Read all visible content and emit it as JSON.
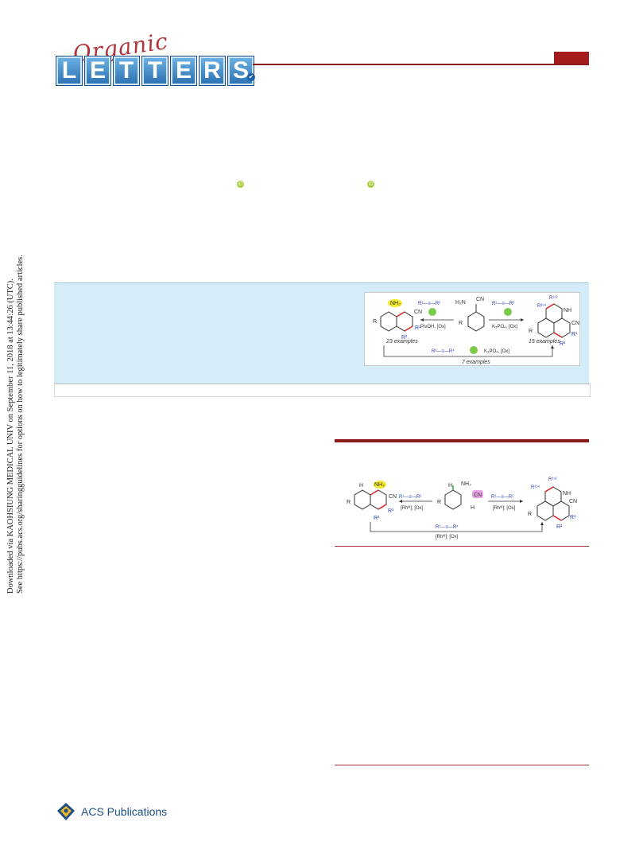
{
  "journal": {
    "script_word": "Organic",
    "letters": [
      "L",
      "E",
      "T",
      "T",
      "E",
      "R",
      "S"
    ],
    "check_glyph": "✔"
  },
  "orcid_label": "iD",
  "side_notice": {
    "line1": "Downloaded via KAOHSIUNG MEDICAL UNIV on September 11, 2018 at 13:44:26 (UTC).",
    "line2": "See https://pubs.acs.org/sharingguidelines for options on how to legitimately share published articles."
  },
  "toc_graphic": {
    "left_conditions": "PivOH, [Ox]",
    "right_conditions": "K₃PO₄, [Ox]",
    "bottom_conditions": "K₃PO₄, [Ox]",
    "left_examples": "23 examples",
    "right_examples": "15 examples",
    "bottom_examples": "7 examples",
    "nh2": "NH₂",
    "cn": "CN",
    "nh": "NH",
    "h2n": "H₂N",
    "r": "R",
    "r1": "R¹",
    "r2": "R²",
    "r34": "R³ᵓ⁴",
    "r12": "R¹ᵓ²",
    "r4": "R⁴",
    "rh": "Rh"
  },
  "scheme": {
    "left_reagent": "[Rhᴵᴵᴵ]; [Ox]",
    "right_reagent": "[Rhᴵᴵᴵ]; [Ox]",
    "bottom_reagent": "[Rhᴵᴵᴵ]; [Ox]",
    "h": "H",
    "nh2": "NH₂",
    "cn": "CN",
    "nh": "NH",
    "r": "R",
    "r1": "R¹",
    "r2": "R²",
    "r3": "R³",
    "r4": "R⁴",
    "r34": "R³ᵓ⁴",
    "r12": "R¹ᵓ²"
  },
  "publisher": {
    "name": "ACS Publications"
  },
  "colors": {
    "brand_red": "#8b1a1a",
    "abstract_bg": "#d4ebf8",
    "orcid_green": "#a6ce39",
    "acs_blue": "#1d4f86"
  }
}
